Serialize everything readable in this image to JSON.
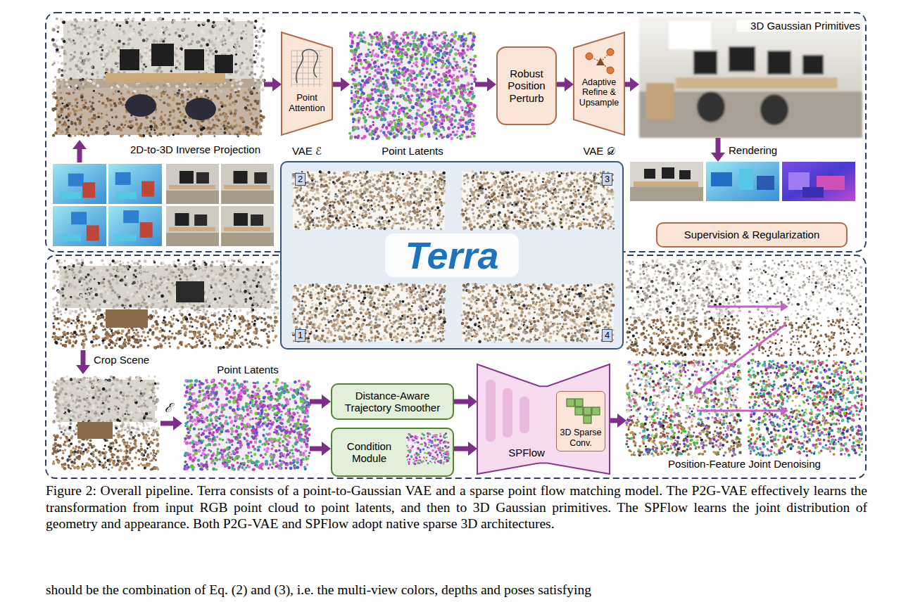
{
  "diagram": {
    "caption": "Figure 2: Overall pipeline. Terra consists of a point-to-Gaussian VAE and a sparse point flow matching model. The P2G-VAE effectively learns the transformation from input RGB point cloud to point latents, and then to 3D Gaussian primitives. The SPFlow learns the joint distribution of geometry and appearance. Both P2G-VAE and SPFlow adopt native sparse 3D architectures.",
    "nodes": [
      {
        "text": [
          "2D-to-3D Inverse Projection"
        ]
      },
      {
        "text": [
          "Point Attention",
          "VAE ℰ"
        ]
      },
      {
        "text": [
          "Point Latents"
        ]
      },
      {
        "text": [
          "Robust Position Perturb"
        ]
      },
      {
        "text": [
          "Adaptive Refine & Upsample",
          "VAE 𝒟"
        ]
      },
      {
        "text": [
          "3D Gaussian Primitives"
        ]
      },
      {
        "text": [
          "Rendering"
        ]
      },
      {
        "text": [
          "Supervision & Regularization"
        ]
      },
      {
        "text": [
          "Terra"
        ]
      },
      {
        "text": [
          "Point Latents"
        ]
      },
      {
        "text": [
          "Distance-Aware Trajectory Smoother"
        ]
      },
      {
        "text": [
          "Condition Module"
        ]
      },
      {
        "text": [
          "SPFlow"
        ]
      },
      {
        "text": [
          "3D Sparse Conv."
        ],
        "in": 12
      },
      {
        "text": [
          "Position-Feature Joint Denoising"
        ]
      }
    ],
    "edges": [
      {
        "from": 0,
        "to": 1,
        "arrow": "to"
      },
      {
        "from": 1,
        "to": 2,
        "arrow": "to"
      },
      {
        "from": 2,
        "to": 3,
        "arrow": "to"
      },
      {
        "from": 3,
        "to": 4,
        "arrow": "to"
      },
      {
        "from": 4,
        "to": 5,
        "arrow": "to"
      },
      {
        "from": 5,
        "to": 6,
        "arrow": "to"
      },
      {
        "from": 9,
        "to": 10,
        "arrow": "to"
      },
      {
        "from": 9,
        "to": 11,
        "arrow": "to"
      },
      {
        "from": 10,
        "to": 12,
        "arrow": "to"
      },
      {
        "from": 11,
        "to": 12,
        "arrow": "to"
      },
      {
        "from": 12,
        "to": 14,
        "arrow": "to"
      }
    ],
    "labels": [
      "2",
      "3",
      "1",
      "4",
      "Crop Scene",
      "ℰ",
      "should be the combination of Eq. (2) and (3), i.e. the multi-view colors, depths and poses satisfying"
    ]
  }
}
